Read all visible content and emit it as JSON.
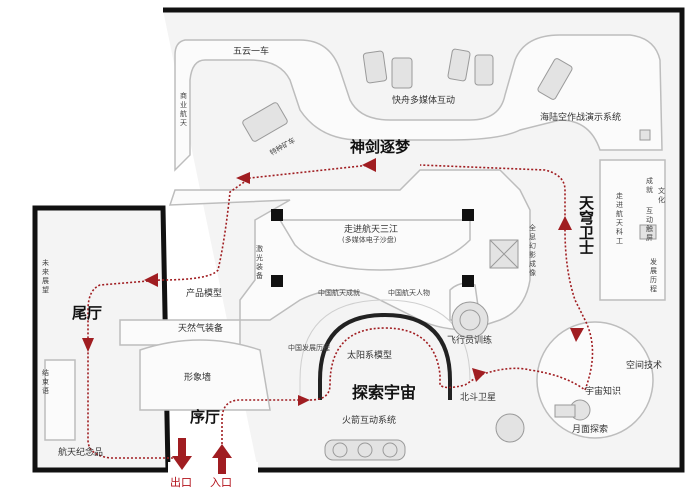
{
  "colors": {
    "route": "#a01d21",
    "wall": "#111111",
    "floor": "#f2f2f2",
    "furniture": "#cfcfcf"
  },
  "halls": {
    "xuting": "序厅",
    "weiting": "尾厅",
    "shenjian": "神剑逐梦",
    "tianqiong": "天穹卫士",
    "tansuo": "探索宇宙"
  },
  "labels": {
    "wuyun": "五云一车",
    "shangye_line1": "商",
    "shangye_line2": "业",
    "shangye_line3": "航",
    "shangye_line4": "天",
    "kuaizhou": "快舟多媒体互动",
    "haolu": "海陆空作战演示系统",
    "tezhong": "特种矿车",
    "zoujin_title": "走进航天三江",
    "zoujin_sub": "(多媒体电子沙盘)",
    "jiguang1": "激",
    "jiguang2": "光",
    "jiguang3": "装",
    "jiguang4": "备",
    "chanpin": "产品模型",
    "tianran": "天然气装备",
    "xingxiang": "形象墙",
    "weilai1": "未",
    "weilai2": "来",
    "weilai3": "展",
    "weilai4": "望",
    "jieshu1": "结",
    "jieshu2": "束",
    "jieshu3": "语",
    "jinian": "航天纪念品",
    "cheng": "中国航天成就",
    "renwu": "中国航天人物",
    "fazhan": "中国发展历程",
    "taiyang": "太阳系模型",
    "feixing": "飞行员训练",
    "beidou": "北斗卫星",
    "huojian": "火箭互动系统",
    "quanxi1": "全",
    "quanxi2": "息",
    "quanxi3": "幻",
    "quanxi4": "影",
    "quanxi5": "成",
    "quanxi6": "像",
    "zoujinke1": "走",
    "zoujinke2": "进",
    "zoujinke3": "航",
    "zoujinke4": "天",
    "zoujinke5": "科",
    "zoujinke6": "工",
    "chengjiu1": "成",
    "chengjiu2": "就",
    "wenhua1": "文",
    "wenhua2": "化",
    "zhanshi1": "互",
    "zhanshi2": "动",
    "zhanshi3": "触",
    "zhanshi4": "屏",
    "fazhanls1": "发",
    "fazhanls2": "展",
    "fazhanls3": "历",
    "fazhanls4": "程",
    "kongjian": "空间技术",
    "yuzhou": "宇宙知识",
    "yuemian": "月面探索"
  },
  "doors": {
    "exit": "出口",
    "entrance": "入口"
  }
}
